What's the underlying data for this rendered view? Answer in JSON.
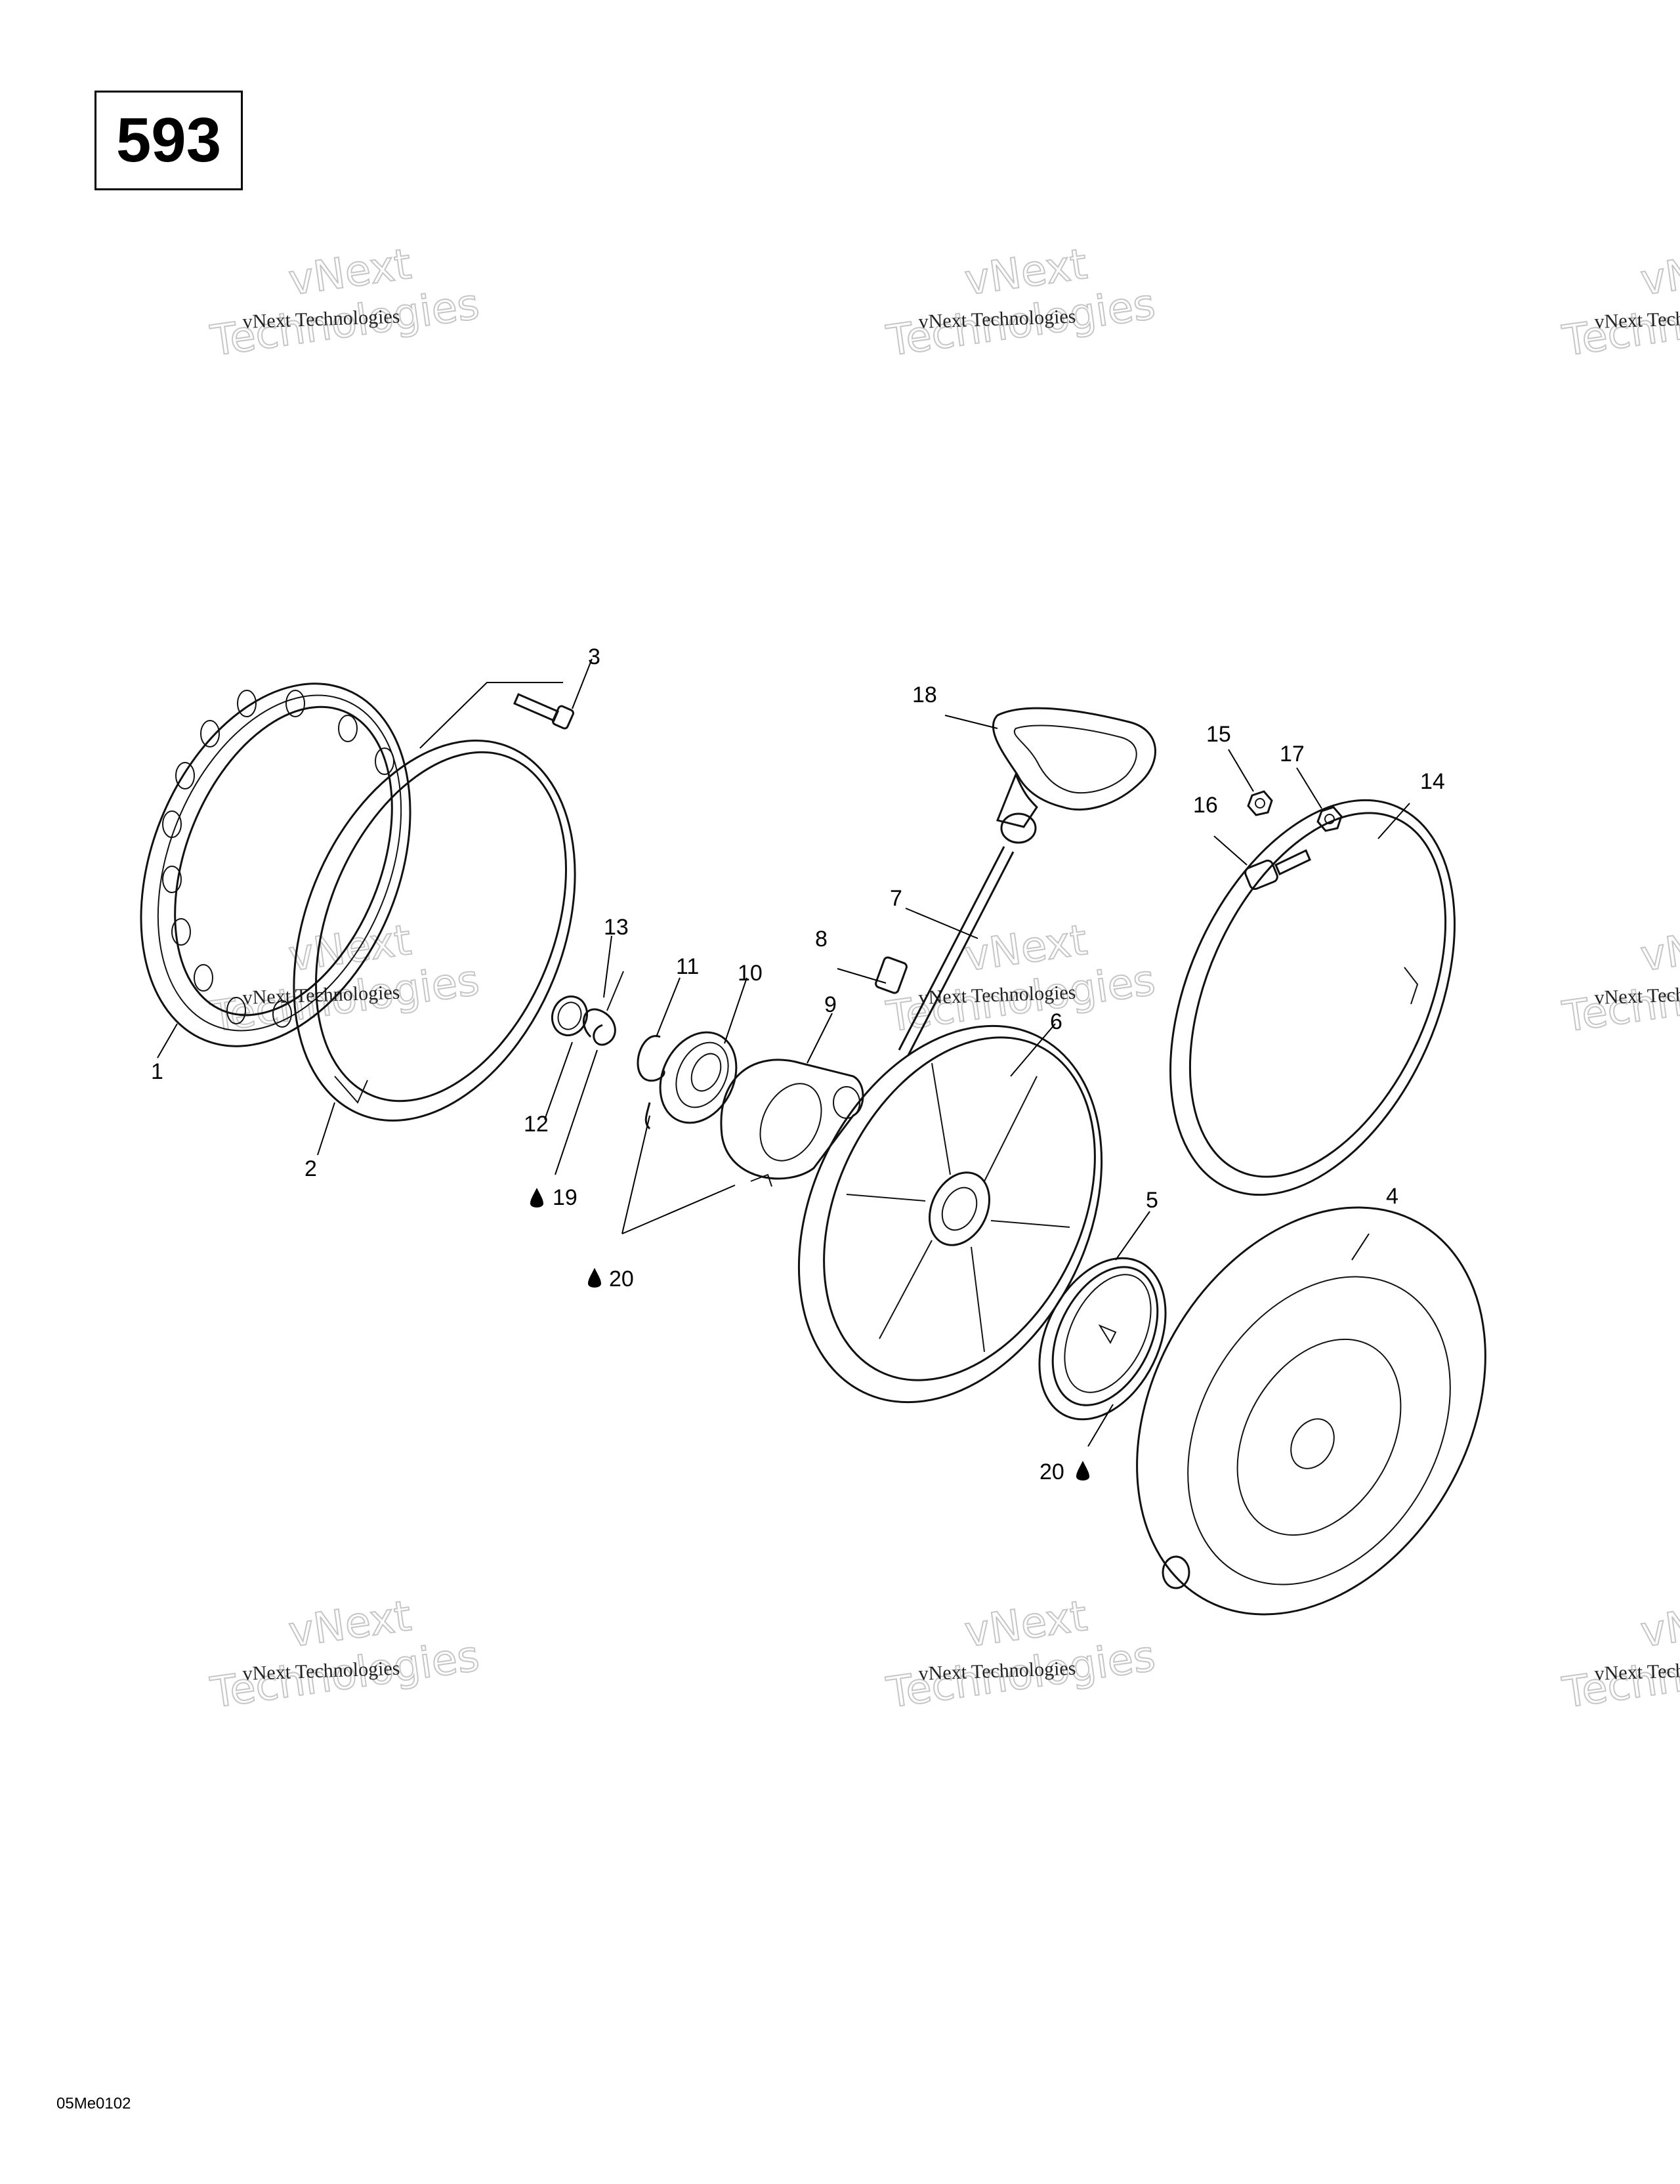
{
  "page": {
    "number": "593",
    "diagram_code": "05Me0102"
  },
  "watermark": {
    "line1": "vNext Technologies",
    "big_top": "vNext",
    "big_bottom": "Technologies"
  },
  "callouts": {
    "p1": "1",
    "p2": "2",
    "p3": "3",
    "p4": "4",
    "p5": "5",
    "p6": "6",
    "p7": "7",
    "p8": "8",
    "p9": "9",
    "p10": "10",
    "p11": "11",
    "p12": "12",
    "p13": "13",
    "p14": "14",
    "p15": "15",
    "p16": "16",
    "p17": "17",
    "p18": "18",
    "p19": "19",
    "p20a": "20",
    "p20b": "20"
  }
}
